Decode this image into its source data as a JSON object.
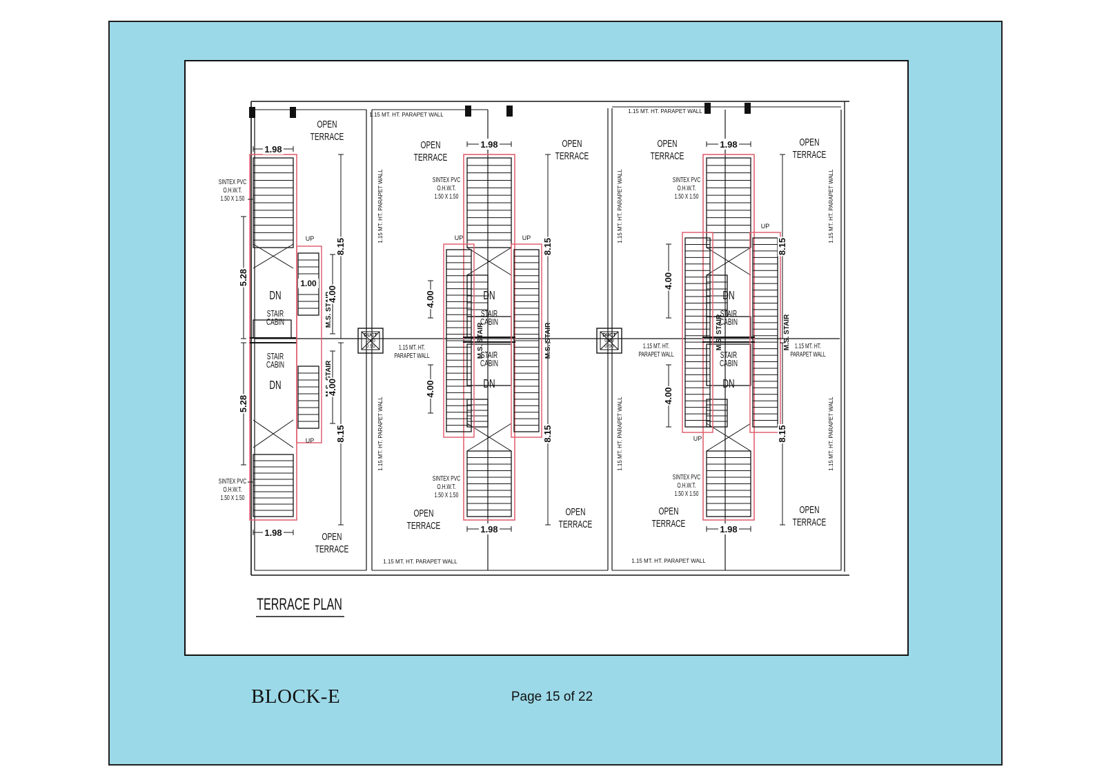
{
  "page": {
    "block_label": "BLOCK-E",
    "page_number": "Page 15 of 22"
  },
  "plan": {
    "title": "TERRACE PLAN",
    "open_terrace": [
      "OPEN",
      "TERRACE"
    ],
    "parapet_wall": "1.15 MT. HT. PARAPET WALL",
    "parapet_wall_short": [
      "1.15 MT. HT.",
      "PARAPET WALL"
    ],
    "tank": [
      "SINTEX PVC",
      "O.H.W.T.",
      "1.50 X 1.50"
    ],
    "stair_cabin": [
      "STAIR",
      "CABIN"
    ],
    "ms_stair": "M.S. STAIR",
    "up": "UP",
    "dn": "DN",
    "duct": [
      "DUCT",
      "0.90",
      "0.90"
    ],
    "dims": {
      "d198": "1.98",
      "d528": "5.28",
      "d815": "8.15",
      "d400": "4.00",
      "d100": "1.00"
    },
    "colors": {
      "outline": "#e06070",
      "line": "#111111",
      "frame_bg": "#9cd9e8"
    }
  }
}
